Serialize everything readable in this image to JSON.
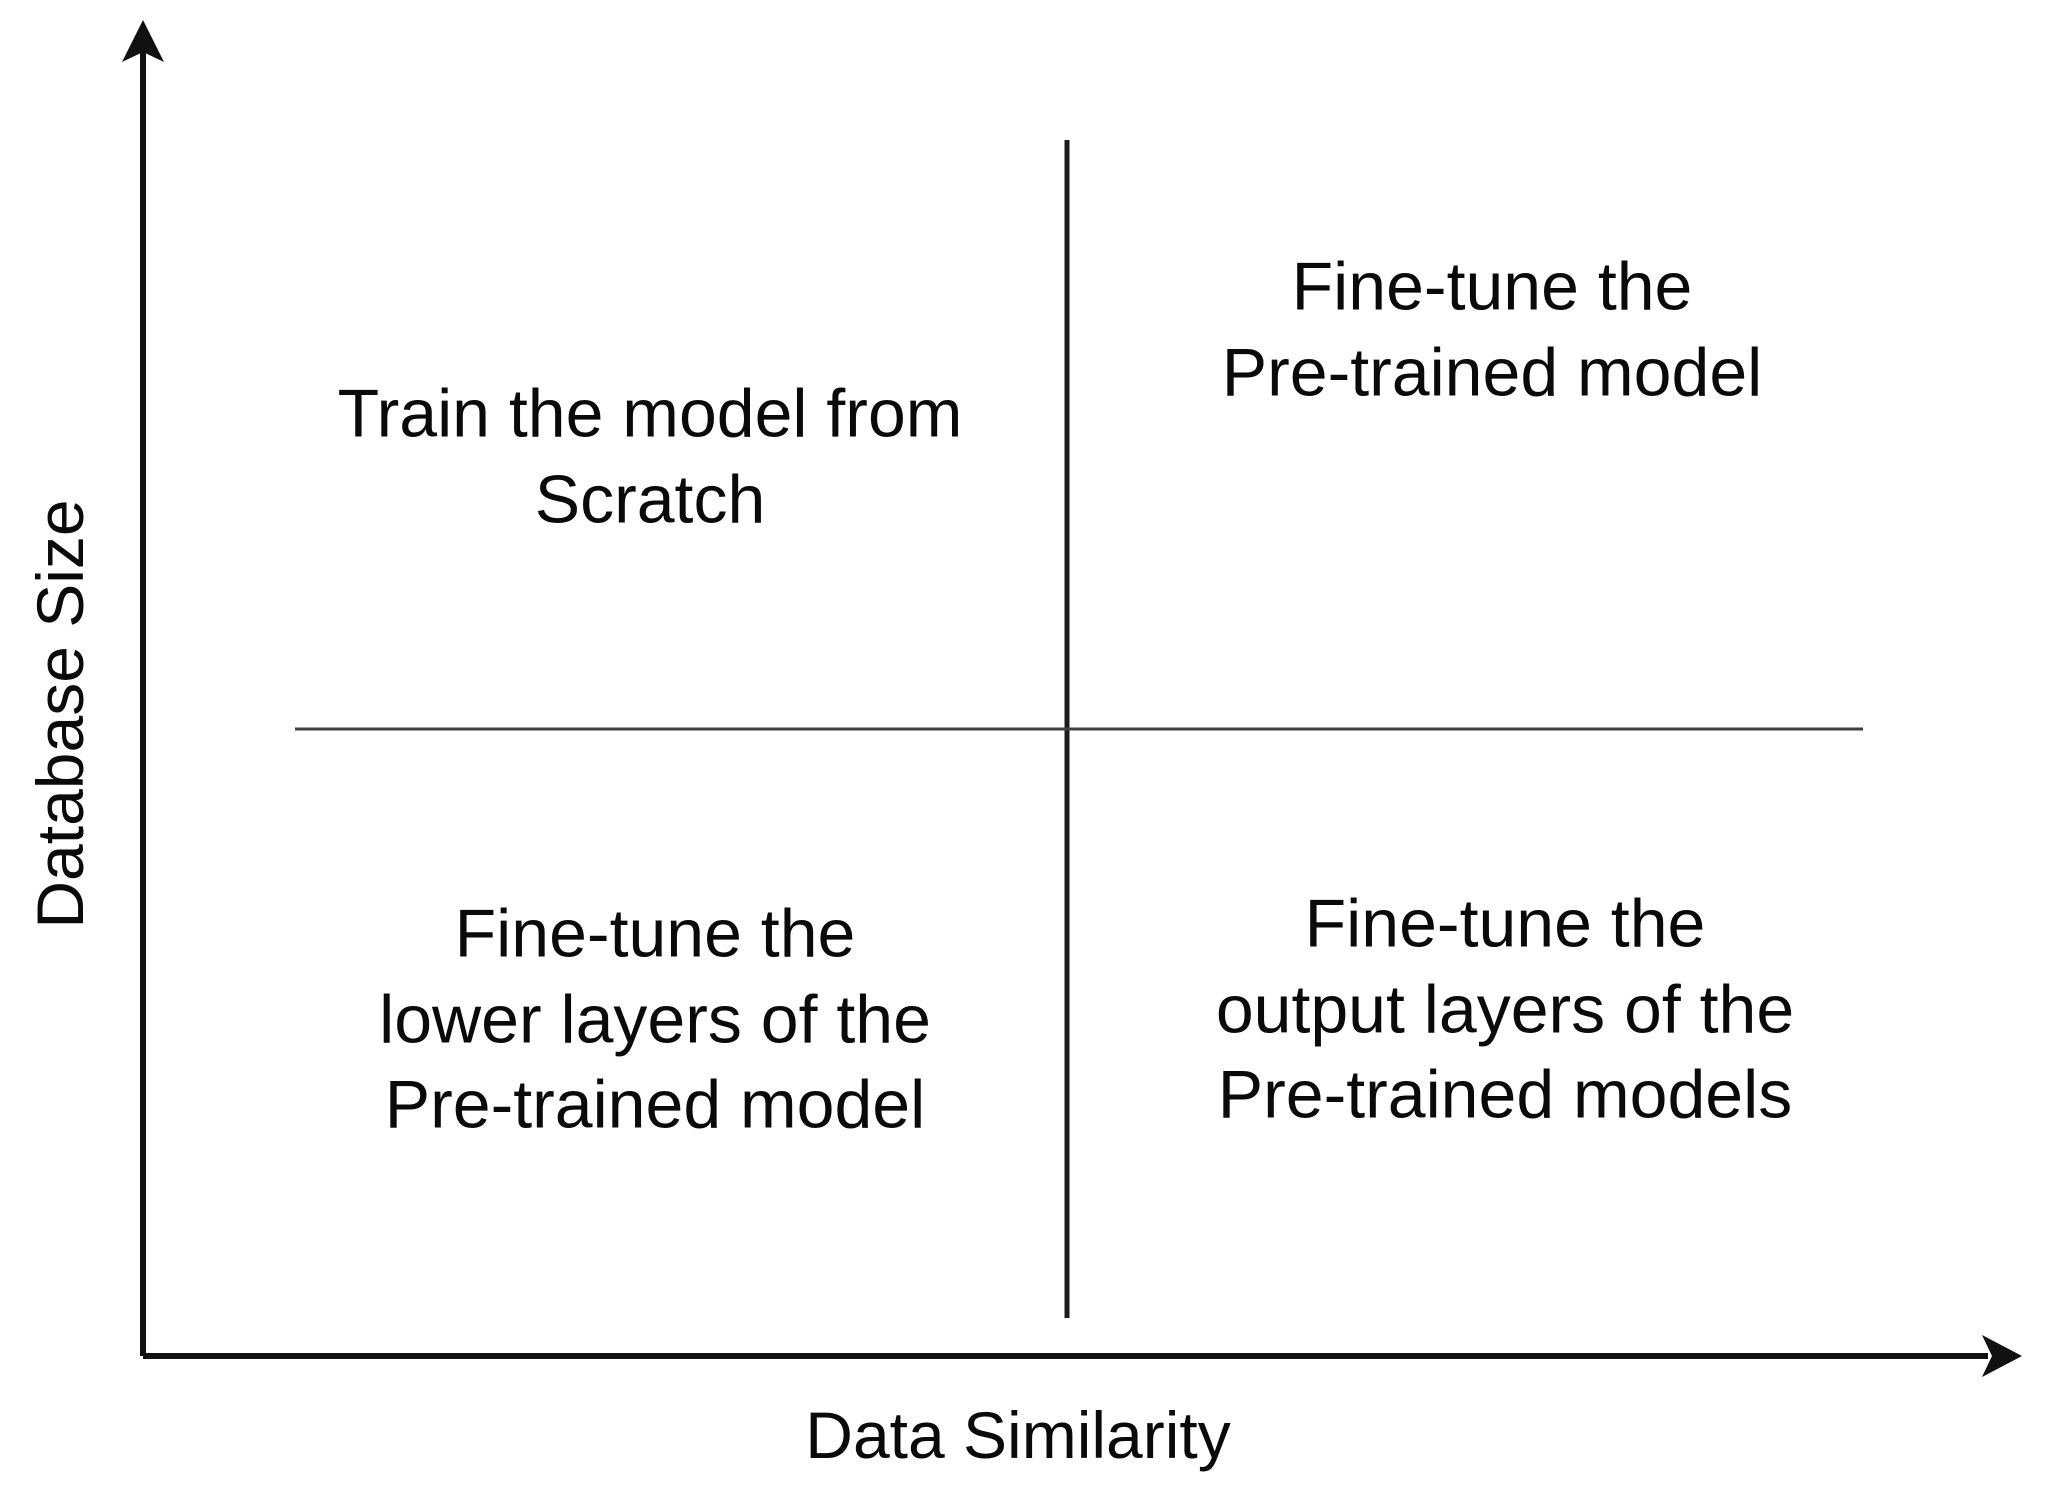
{
  "colors": {
    "background": "#ffffff",
    "text": "#0a0a0a",
    "axis": "#111111",
    "divider-vertical": "#1c1c1c",
    "divider-horizontal": "#3f3f3f"
  },
  "diagram": {
    "type": "quadrant-matrix",
    "x_axis": {
      "label": "Data Similarity"
    },
    "y_axis": {
      "label": "Database Size"
    },
    "quadrants": [
      {
        "position": "top-left",
        "lines": [
          "Train the model from",
          "Scratch"
        ]
      },
      {
        "position": "top-right",
        "lines": [
          "Fine-tune the",
          "Pre-trained model"
        ]
      },
      {
        "position": "bottom-left",
        "lines": [
          "Fine-tune the",
          "lower layers of the",
          "Pre-trained model"
        ]
      },
      {
        "position": "bottom-right",
        "lines": [
          "Fine-tune the",
          "output layers of the",
          "Pre-trained models"
        ]
      }
    ]
  }
}
